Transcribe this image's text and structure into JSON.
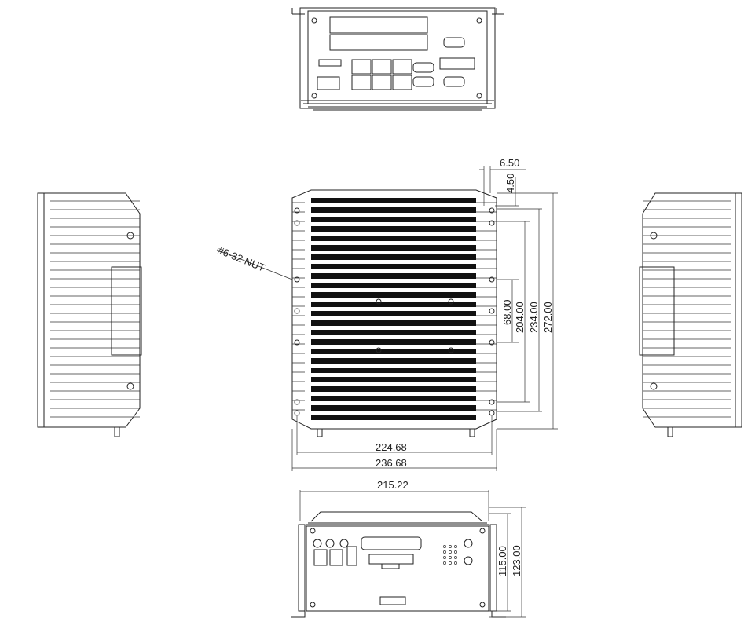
{
  "drawing": {
    "views": [
      "top-view",
      "left-view",
      "front-view",
      "right-view",
      "bottom-view"
    ],
    "callout": "#6-32 NUT",
    "dimensions": {
      "hole_offset_x": "6.50",
      "hole_offset_y": "4.50",
      "inner_hole_spacing": "68.00",
      "mid_hole_spacing": "204.00",
      "outer_hole_spacing": "234.00",
      "overall_height": "272.00",
      "hole_span_width": "224.68",
      "overall_width": "236.68",
      "bottom_width": "215.22",
      "bottom_body_height": "115.00",
      "bottom_overall_height": "123.00"
    }
  }
}
